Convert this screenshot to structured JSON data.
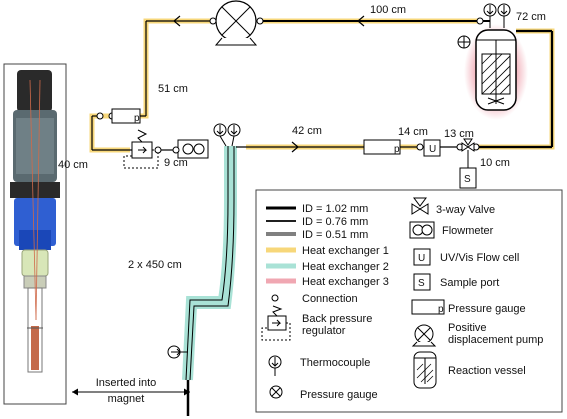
{
  "lengths": {
    "top": "100 cm",
    "right_top": "72 cm",
    "left_vertical": "51 cm",
    "mid": "42 cm",
    "right_mid": "14 cm",
    "mid_13": "13 cm",
    "sample_10": "10 cm",
    "left_40": "40 cm",
    "bpr_9": "9 cm",
    "coil": "2 x 450 cm"
  },
  "bottom_label": {
    "line1": "Inserted into",
    "line2": "magnet"
  },
  "legend": {
    "tubing": [
      "ID = 1.02 mm",
      "ID = 0.76 mm",
      "ID = 0.51 mm"
    ],
    "heat_exchangers": [
      {
        "label": "Heat exchanger 1",
        "color": "#f7d77a"
      },
      {
        "label": "Heat exchanger 2",
        "color": "#a9e2d6"
      },
      {
        "label": "Heat exchanger 3",
        "color": "#f0a7b2"
      }
    ],
    "connection": "Connection",
    "bpr": {
      "line1": "Back pressure",
      "line2": "regulator"
    },
    "thermocouple": "Thermocouple",
    "pressure_gauge_round": "Pressure gauge",
    "valve": "3-way Valve",
    "flowmeter": "Flowmeter",
    "uv_cell": "UV/Vis Flow cell",
    "uv_symbol": "U",
    "sample_port": "Sample port",
    "sample_symbol": "S",
    "pressure_gauge_box": "Pressure gauge",
    "pump": {
      "line1": "Positive",
      "line2": "displacement pump"
    },
    "reaction_vessel": "Reaction vessel"
  },
  "symbols": {
    "uv": "U",
    "sample": "S",
    "gauge_p": "p"
  },
  "colors": {
    "hx1": "#f7d77a",
    "hx2": "#a9e2d6",
    "hx3": "#f0a7b2"
  }
}
